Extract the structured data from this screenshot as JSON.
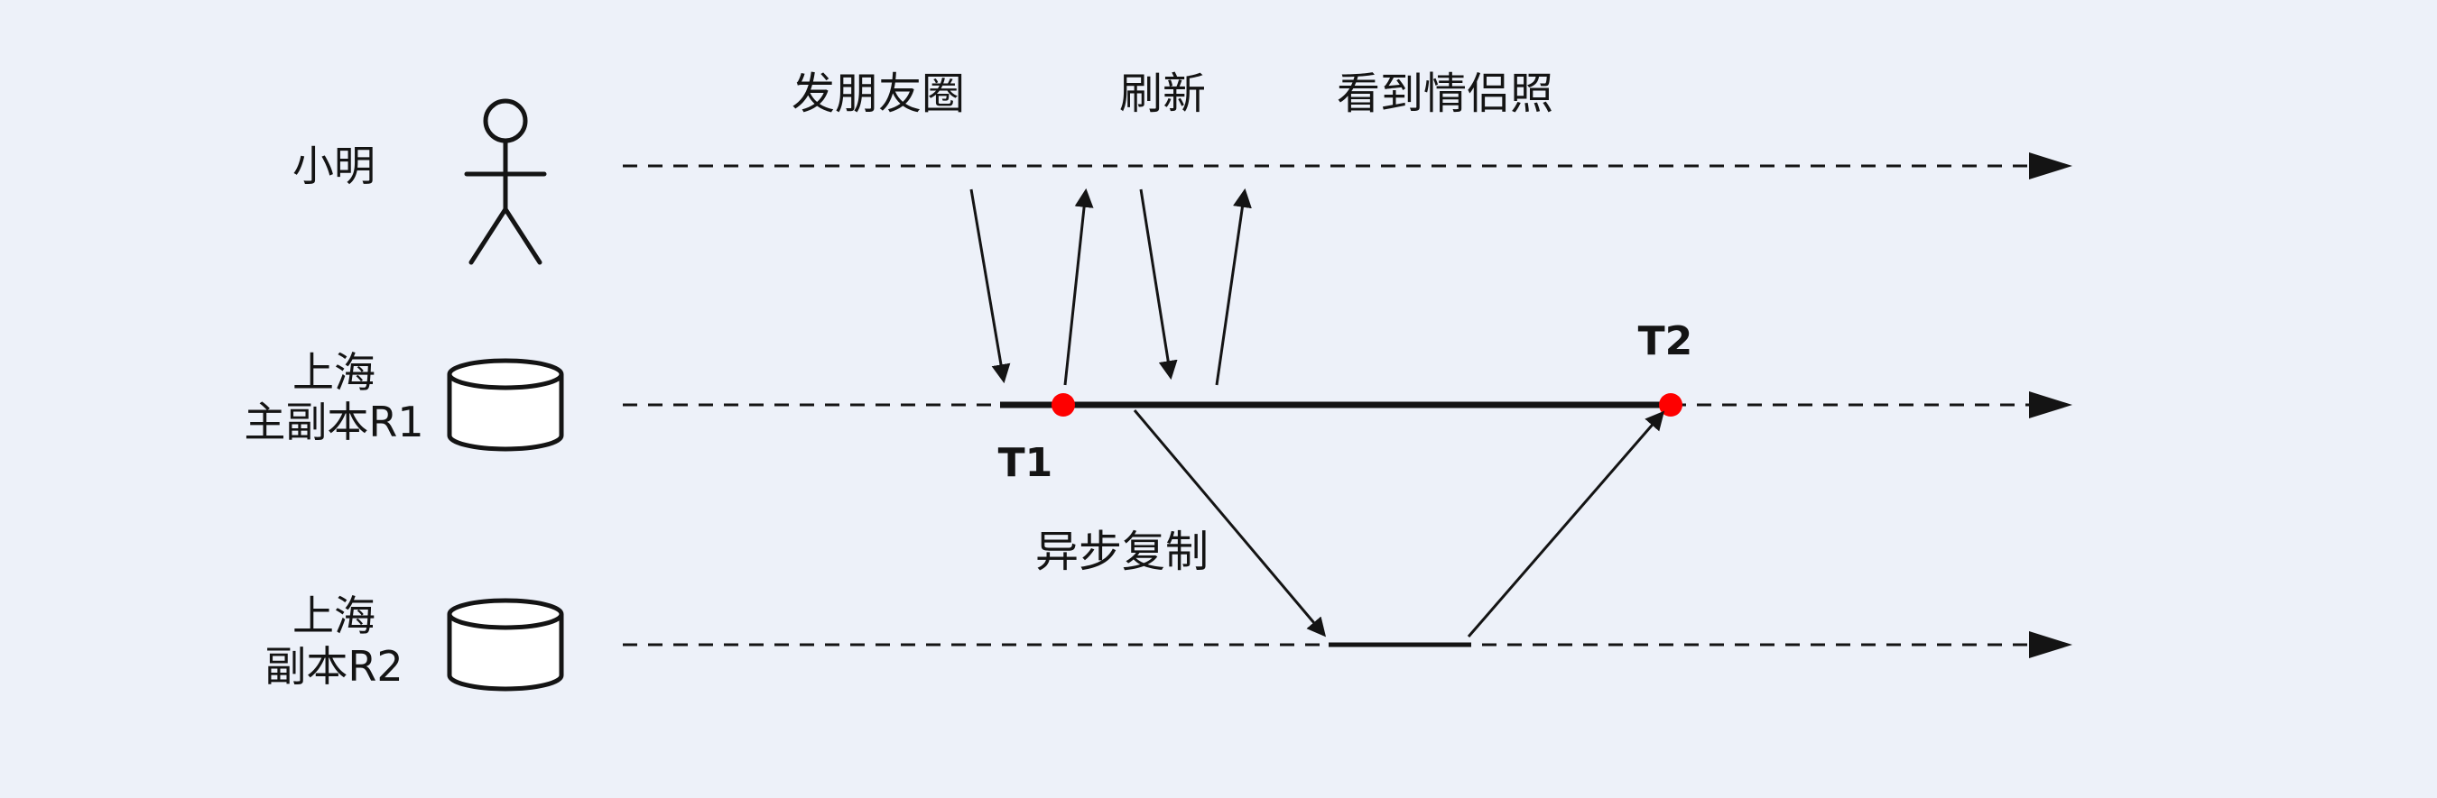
{
  "diagram": {
    "title_hint": "asynchronous-replication-timeline",
    "background": "#edf1f9",
    "colors": {
      "line": "#141414",
      "accent_red": "#fe0000",
      "shape_fill": "#ffffff"
    },
    "lanes": [
      {
        "name": "xiaoming",
        "label": "小明",
        "icon": "person-icon"
      },
      {
        "name": "shanghai-primary-r1",
        "label_line1": "上海",
        "label_line2": "主副本R1",
        "icon": "database-icon"
      },
      {
        "name": "shanghai-replica-r2",
        "label_line1": "上海",
        "label_line2": "副本R2",
        "icon": "database-icon"
      }
    ],
    "events": {
      "post_moments": "发朋友圈",
      "refresh": "刷新",
      "see_couple_photo": "看到情侣照",
      "async_replication": "异步复制"
    },
    "markers": {
      "t1": "T1",
      "t2": "T2"
    }
  }
}
